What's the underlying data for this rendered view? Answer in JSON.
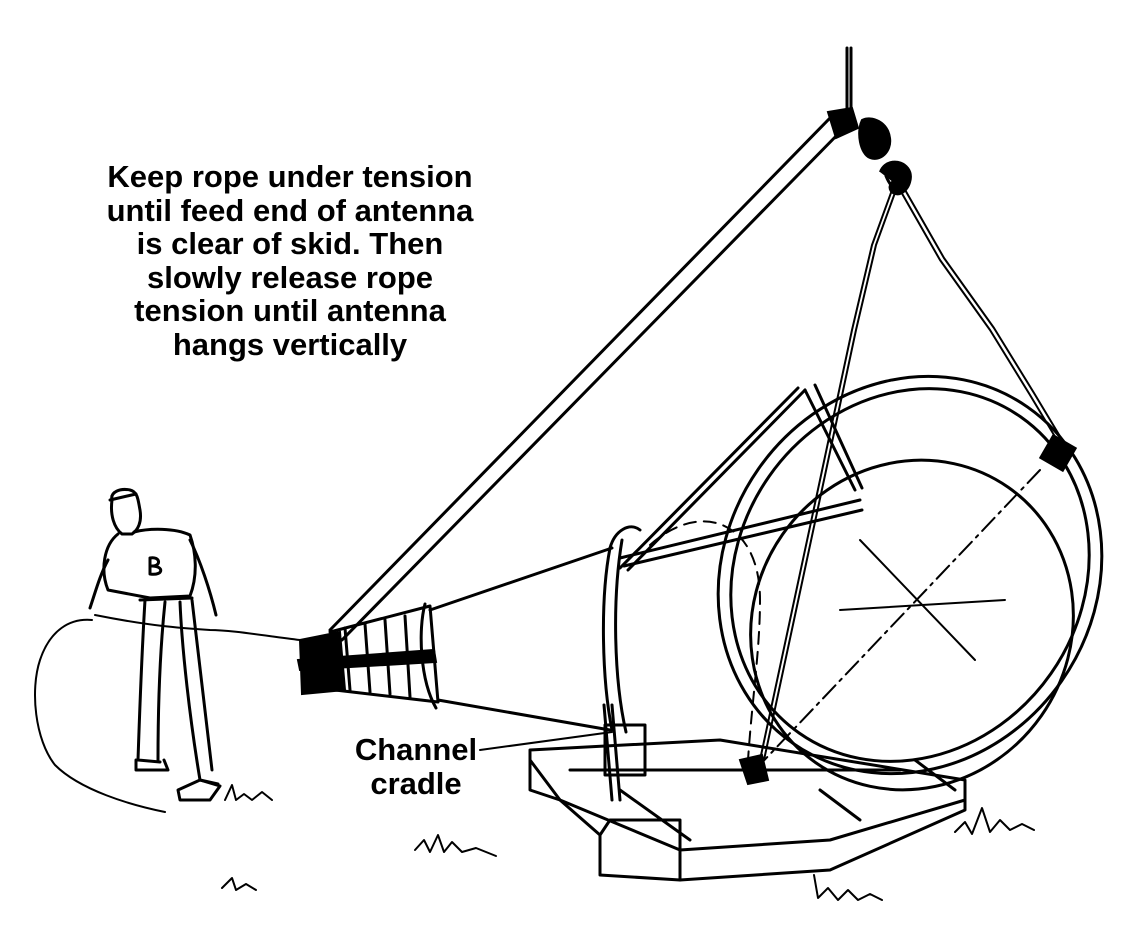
{
  "instruction": {
    "lines": [
      "Keep rope under tension",
      "until feed end of antenna",
      "is clear of skid.  Then",
      "slowly release rope",
      "tension until antenna",
      "hangs vertically"
    ]
  },
  "callout": {
    "lines": [
      "Channel",
      "cradle"
    ]
  },
  "icons": [
    "person-figure",
    "horn-antenna",
    "crane-hook",
    "wooden-skid"
  ],
  "colors": {
    "ink": "#000000",
    "paper": "#ffffff"
  }
}
